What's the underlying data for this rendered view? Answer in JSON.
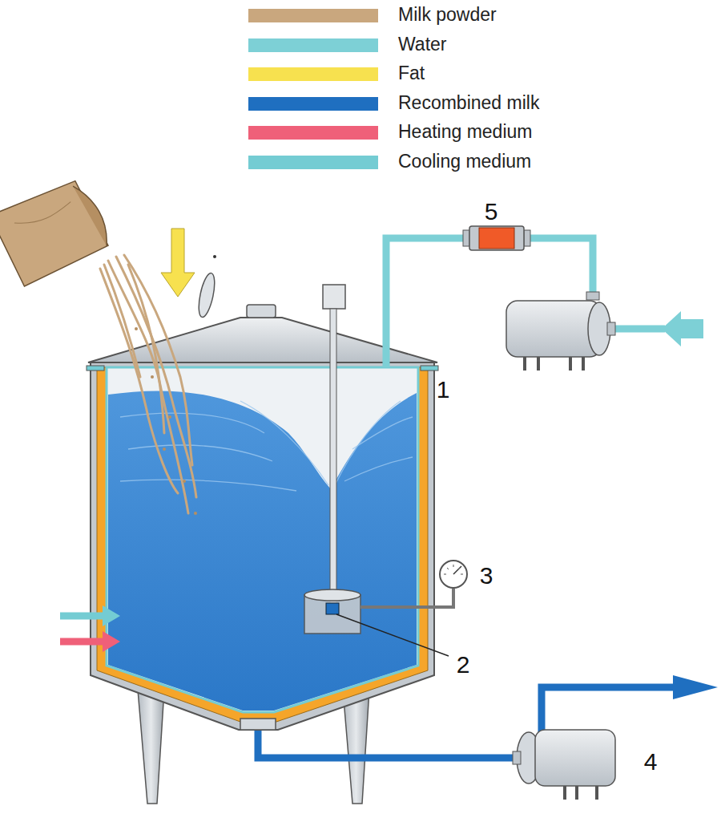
{
  "diagram": {
    "labels": [
      "1",
      "2",
      "3",
      "4",
      "5"
    ],
    "legend": [
      {
        "text": "Milk powder",
        "color": "#c9a77e"
      },
      {
        "text": "Water",
        "color": "#7dd0d6"
      },
      {
        "text": "Fat",
        "color": "#f7e14f"
      },
      {
        "text": "Recombined milk",
        "color": "#1f6fc0"
      },
      {
        "text": "Heating medium",
        "color": "#ef6079"
      },
      {
        "text": "Cooling medium",
        "color": "#74ccd3"
      }
    ]
  }
}
